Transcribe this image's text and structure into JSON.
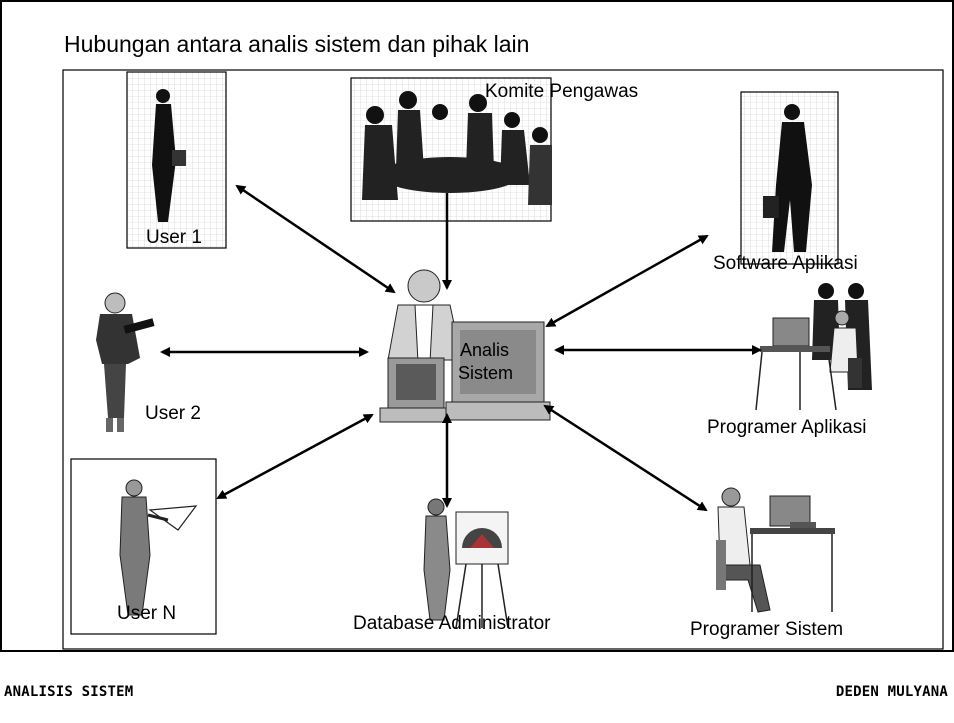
{
  "title": "Hubungan antara analis sistem dan pihak lain",
  "nodes": {
    "center": "Analis\nSistem",
    "center_line1": "Analis",
    "center_line2": "Sistem",
    "komite": "Komite Pengawas",
    "user1": "User 1",
    "user2": "User 2",
    "userN": "User N",
    "dba": "Database Administrator",
    "software": "Software Aplikasi",
    "prog_aplikasi": "Programer Aplikasi",
    "prog_sistem": "Programer Sistem"
  },
  "footer": {
    "left": "ANALISIS SISTEM",
    "right": "DEDEN MULYANA"
  }
}
